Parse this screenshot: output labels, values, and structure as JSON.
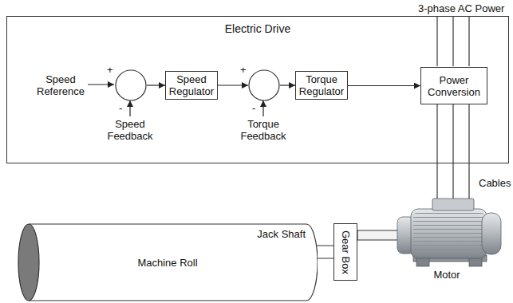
{
  "diagram": {
    "nodes": [
      {
        "text": [
          "Electric Drive"
        ]
      },
      {
        "text": [
          "+",
          "-"
        ],
        "in": 0
      },
      {
        "text": [
          "Speed Regulator"
        ],
        "in": 0
      },
      {
        "text": [
          "+",
          "-"
        ],
        "in": 0
      },
      {
        "text": [
          "Torque Regulator"
        ],
        "in": 0
      },
      {
        "text": [
          "Power Conversion"
        ],
        "in": 0
      },
      {
        "text": [
          "Machine Roll"
        ]
      },
      {
        "text": [
          "Gear Box"
        ]
      }
    ],
    "edges": [
      {
        "from": 1,
        "to": 2,
        "arrow": "to"
      },
      {
        "from": 2,
        "to": 3,
        "arrow": "to"
      },
      {
        "from": 3,
        "to": 4,
        "arrow": "to"
      },
      {
        "from": 4,
        "to": 5,
        "arrow": "to"
      },
      {
        "from": 6,
        "to": 7,
        "label": "Jack Shaft",
        "arrow": "none"
      }
    ],
    "labels": [
      "Speed Reference",
      "Speed Feedback",
      "Torque Feedback",
      "3-phase AC Power",
      "Cables",
      "Motor"
    ]
  }
}
